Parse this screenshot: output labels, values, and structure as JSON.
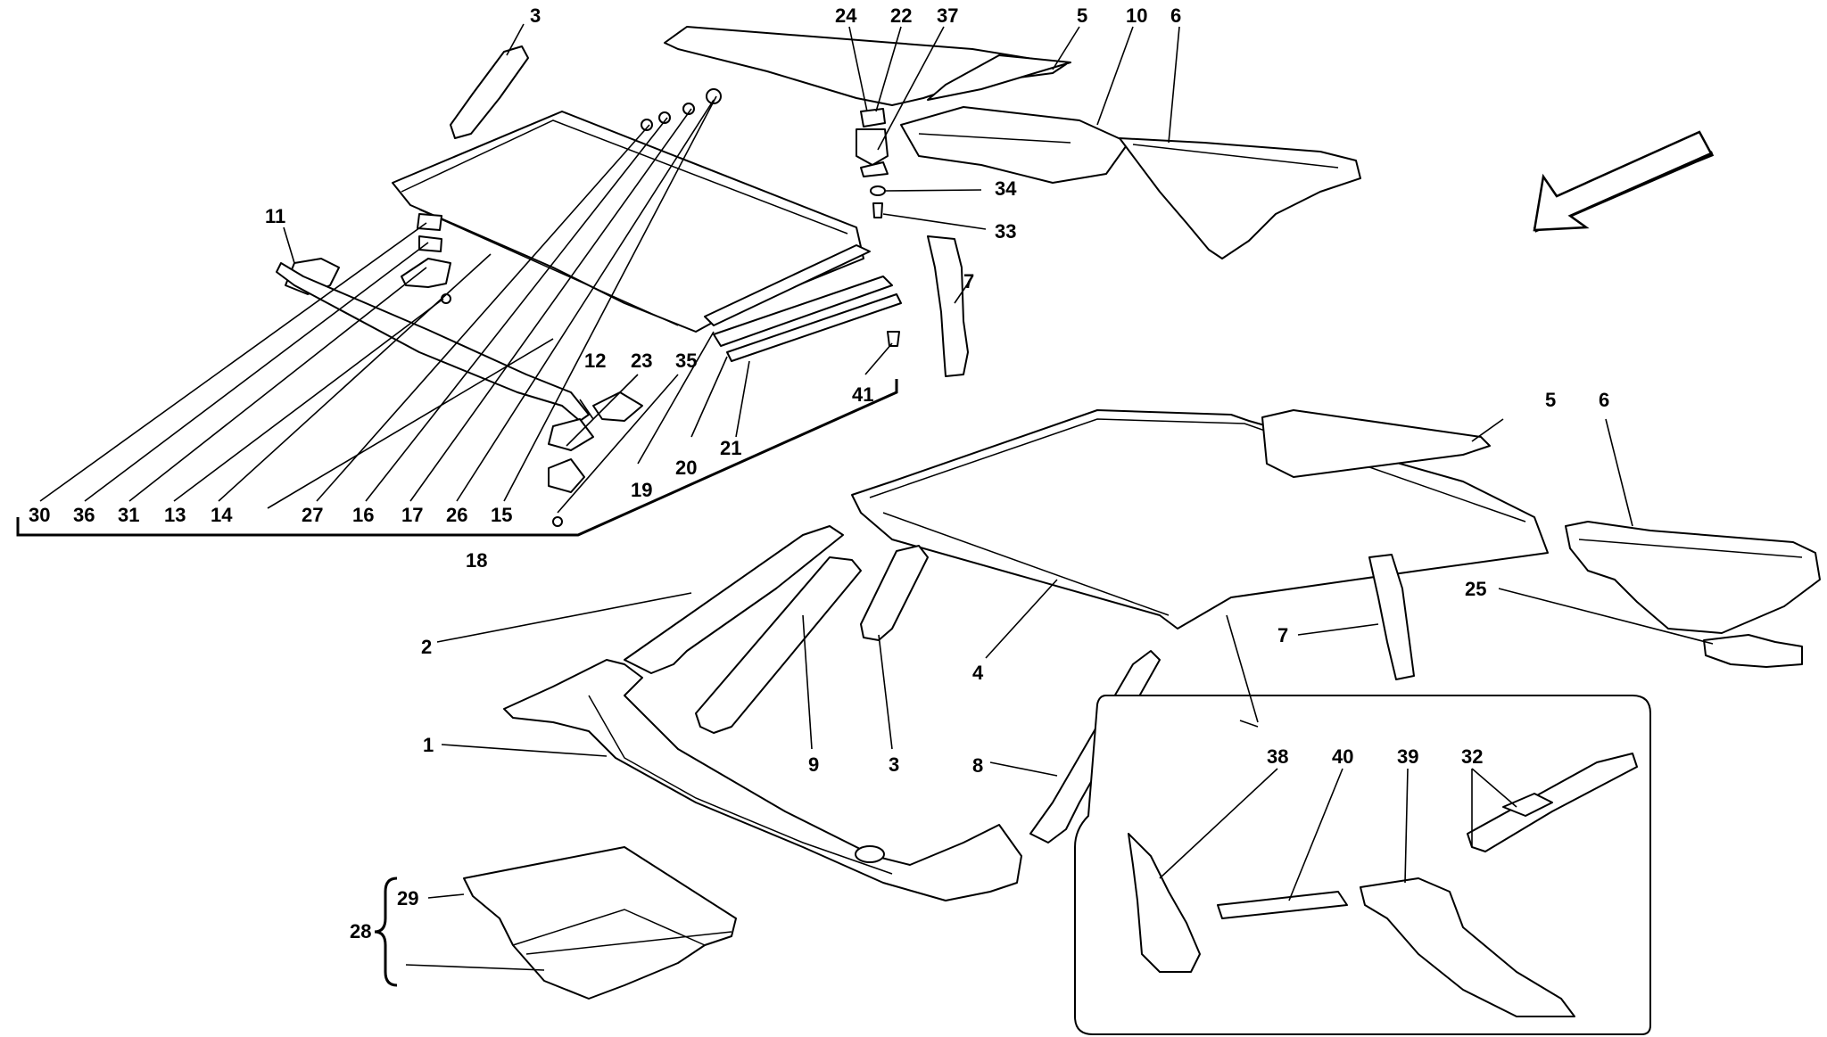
{
  "diagram": {
    "callouts": {
      "c3a": "3",
      "c24": "24",
      "c22": "22",
      "c37": "37",
      "c5a": "5",
      "c10": "10",
      "c6a": "6",
      "c34": "34",
      "c33": "33",
      "c11": "11",
      "c7a": "7",
      "c12": "12",
      "c23": "23",
      "c35": "35",
      "c41": "41",
      "c19": "19",
      "c20": "20",
      "c21": "21",
      "c30": "30",
      "c36": "36",
      "c31": "31",
      "c13": "13",
      "c14": "14",
      "c27": "27",
      "c16": "16",
      "c17": "17",
      "c26": "26",
      "c15": "15",
      "c18": "18",
      "c5b": "5",
      "c6b": "6",
      "c25": "25",
      "c7b": "7",
      "c2": "2",
      "c4": "4",
      "c1": "1",
      "c9": "9",
      "c3b": "3",
      "c8": "8",
      "c38": "38",
      "c40": "40",
      "c39": "39",
      "c32": "32",
      "c28": "28",
      "c29": "29"
    },
    "icons": [
      "direction-arrow-icon"
    ]
  }
}
